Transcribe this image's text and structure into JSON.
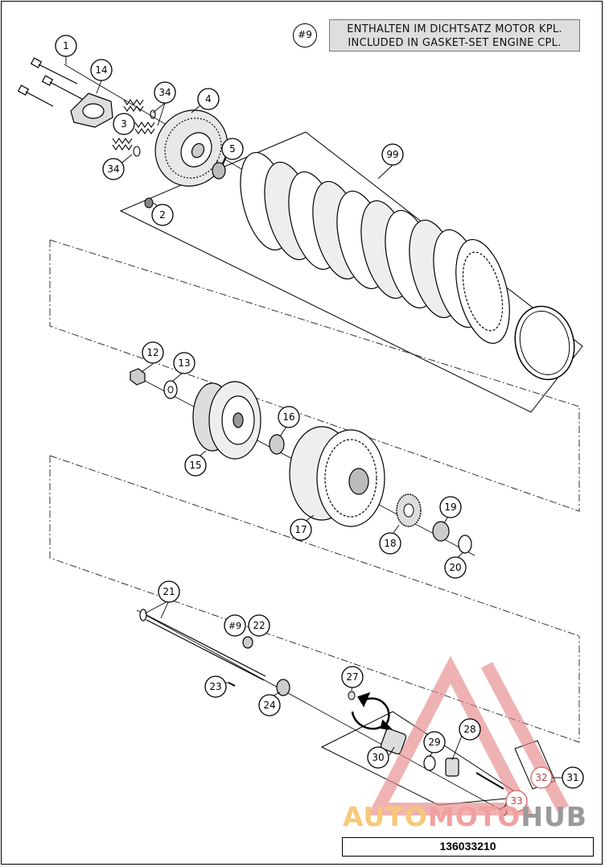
{
  "note": {
    "tag": "#9",
    "line1": "ENTHALTEN IM DICHTSATZ MOTOR KPL.",
    "line2": "INCLUDED IN GASKET-SET ENGINE CPL."
  },
  "callouts": {
    "c1": "1",
    "c2": "2",
    "c3": "3",
    "c4": "4",
    "c5": "5",
    "c12": "12",
    "c13": "13",
    "c14": "14",
    "c15": "15",
    "c16": "16",
    "c17": "17",
    "c18": "18",
    "c19": "19",
    "c20": "20",
    "c21": "21",
    "c9b": "#9",
    "c22": "22",
    "c23": "23",
    "c24": "24",
    "c27": "27",
    "c28": "28",
    "c29": "29",
    "c30": "30",
    "c31": "31",
    "c32": "32",
    "c33": "33",
    "c34a": "34",
    "c34b": "34",
    "c99": "99"
  },
  "watermark": {
    "part1": "AUTO",
    "part2": "MOTO",
    "part3": "HUB"
  },
  "footer": {
    "code": "136033210"
  },
  "colors": {
    "watermark_red": "#e88a8a",
    "watermark_yellow": "#f7c878",
    "watermark_gray": "#9a9a9a"
  }
}
